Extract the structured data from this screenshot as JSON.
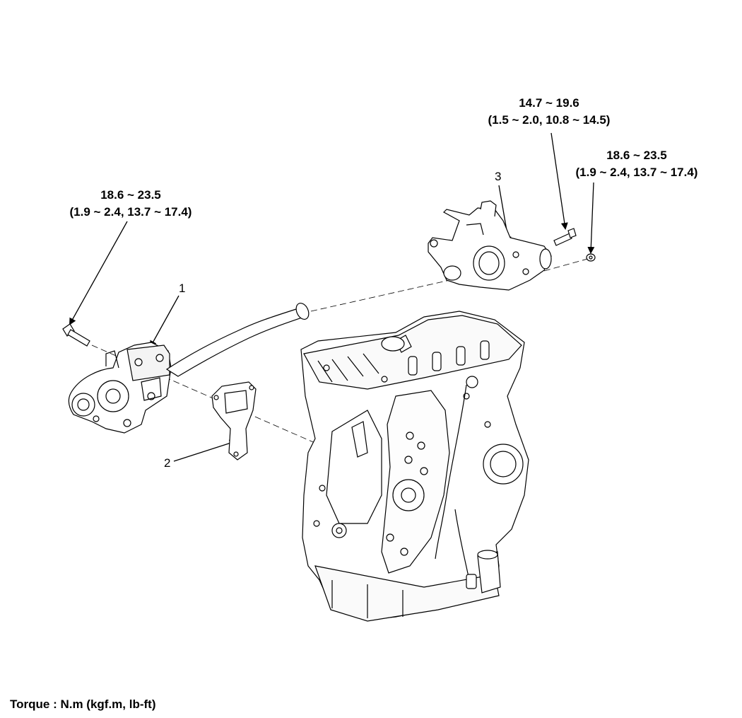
{
  "torques": {
    "left": {
      "value": "18.6 ~ 23.5",
      "alt": "(1.9 ~ 2.4, 13.7 ~ 17.4)"
    },
    "top": {
      "value": "14.7 ~ 19.6",
      "alt": "(1.5 ~ 2.0, 10.8 ~ 14.5)"
    },
    "right": {
      "value": "18.6 ~ 23.5",
      "alt": "(1.9 ~ 2.4, 13.7 ~ 17.4)"
    }
  },
  "callouts": {
    "one": "1",
    "two": "2",
    "three": "3"
  },
  "footer": "Torque : N.m (kgf.m, lb-ft)",
  "colors": {
    "line": "#000000",
    "background": "#ffffff"
  }
}
